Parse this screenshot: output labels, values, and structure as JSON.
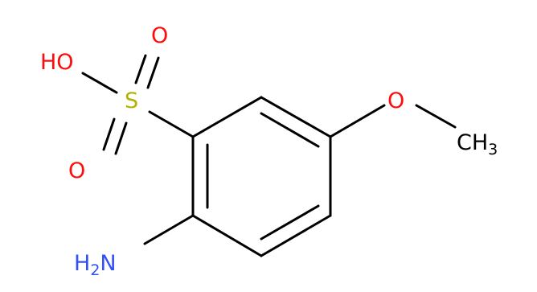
{
  "molecule": {
    "atoms": {
      "sulfonic_oh": {
        "label": "HO",
        "color": "#ff0d0d"
      },
      "sulfur": {
        "label": "S",
        "color": "#b2b200"
      },
      "sulfonyl_o_top": {
        "label": "O",
        "color": "#ff0d0d"
      },
      "sulfonyl_o_bottom": {
        "label": "O",
        "color": "#ff0d0d"
      },
      "methoxy_o": {
        "label": "O",
        "color": "#ff0d0d"
      },
      "methyl": {
        "label": "CH",
        "subscript": "3",
        "color": "#000000"
      },
      "amine": {
        "label": "H",
        "subscript": "2",
        "label_tail": "N",
        "color": "#3050f8"
      }
    },
    "bond_color": "#000000"
  }
}
